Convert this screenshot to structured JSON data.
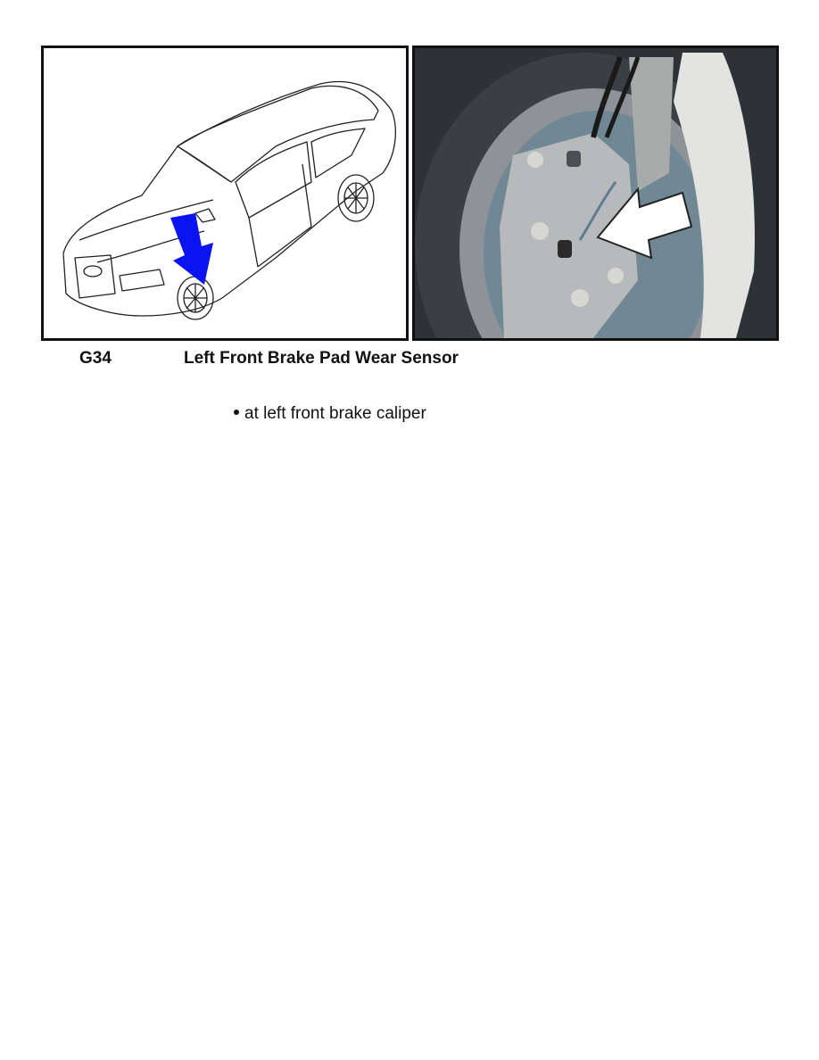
{
  "figure": {
    "left_image": {
      "description": "Line drawing of sedan with blue arrow pointing to left front wheel",
      "arrow_color": "#0a14f0"
    },
    "right_image": {
      "description": "Photo of left front brake caliper with white arrow pointing at sensor",
      "arrow_color": "#ffffff"
    }
  },
  "component": {
    "code": "G34",
    "name": "Left Front Brake Pad Wear Sensor",
    "locations": [
      "at left front brake caliper"
    ]
  }
}
